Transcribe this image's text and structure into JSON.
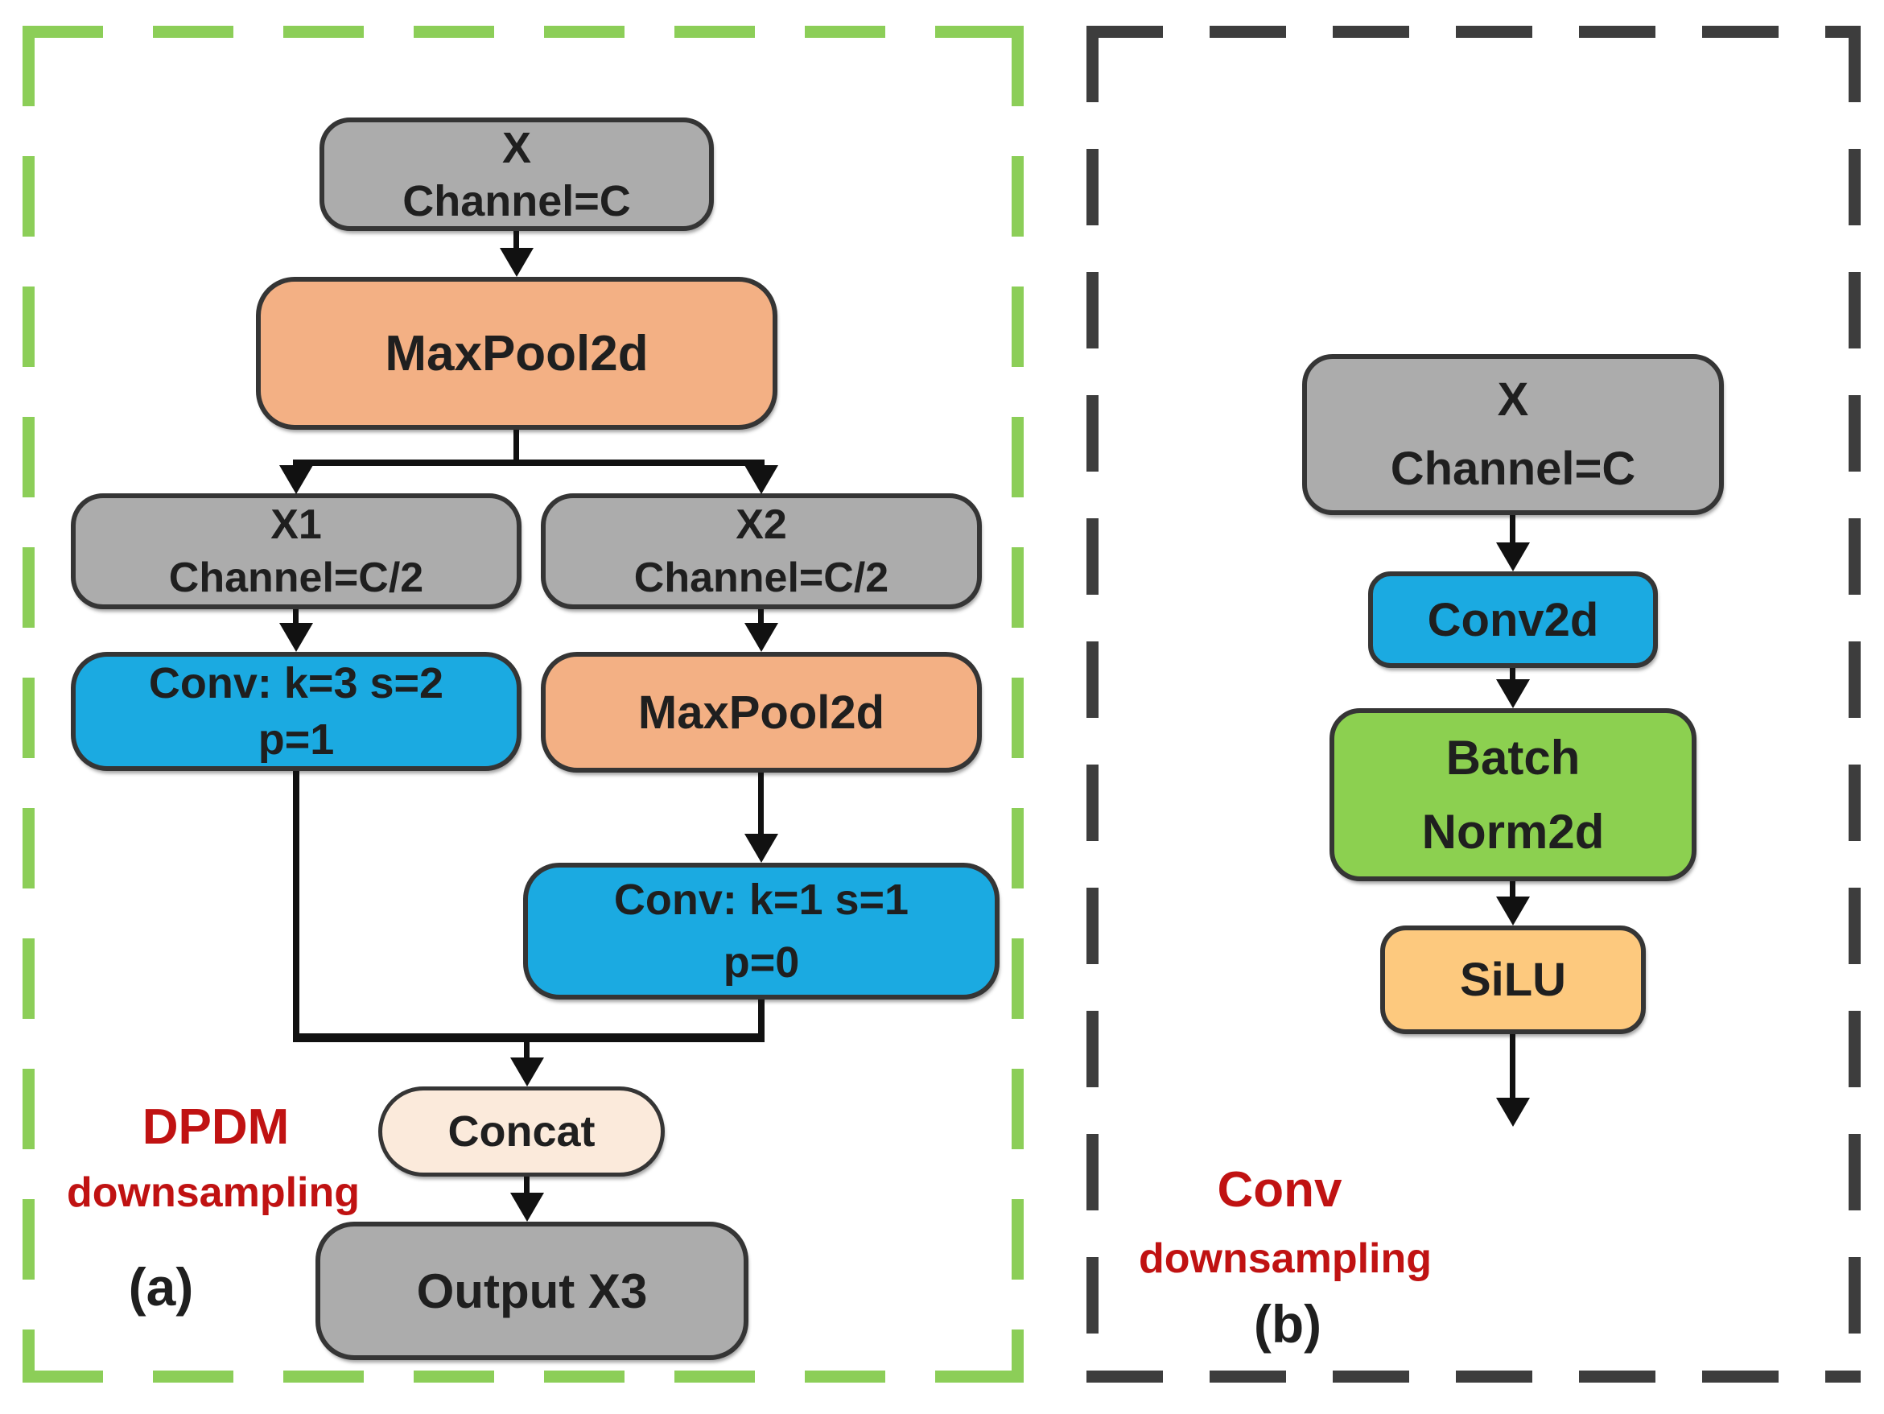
{
  "figure": {
    "type": "flow-diagram",
    "description": "Comparison of DPDM downsampling block (a) and Conv downsampling block (b)"
  },
  "colors": {
    "gray_fill": "#ACACAC",
    "orange_fill": "#F3B084",
    "blue_fill": "#1BAAE1",
    "cream_fill": "#FBEADB",
    "green_fill": "#8CD050",
    "gold_fill": "#FDC97E",
    "node_border": "#353535",
    "connector": "#111111",
    "panel_a_border": "#8CCE58",
    "panel_b_border": "#3D3D3D",
    "red_label": "#C01212"
  },
  "panels": {
    "a": {
      "caption": "(a)",
      "tag_line1": "DPDM",
      "tag_line2": "downsampling",
      "nodes": {
        "x": {
          "line1": "X",
          "line2": "Channel=C"
        },
        "maxpool1": {
          "line1": "MaxPool2d"
        },
        "x1": {
          "line1": "X1",
          "line2": "Channel=C/2"
        },
        "x2": {
          "line1": "X2",
          "line2": "Channel=C/2"
        },
        "conv_k3": {
          "line1": "Conv: k=3 s=2",
          "line2": "p=1"
        },
        "maxpool2": {
          "line1": "MaxPool2d"
        },
        "conv_k1": {
          "line1": "Conv: k=1 s=1",
          "line2": "p=0"
        },
        "concat": {
          "line1": "Concat"
        },
        "output": {
          "line1": "Output X3"
        }
      }
    },
    "b": {
      "caption": "(b)",
      "tag_line1": "Conv",
      "tag_line2": "downsampling",
      "nodes": {
        "x": {
          "line1": "X",
          "line2": "Channel=C"
        },
        "conv2d": {
          "line1": "Conv2d"
        },
        "batchnorm": {
          "line1": "Batch",
          "line2": "Norm2d"
        },
        "silu": {
          "line1": "SiLU"
        }
      }
    }
  }
}
